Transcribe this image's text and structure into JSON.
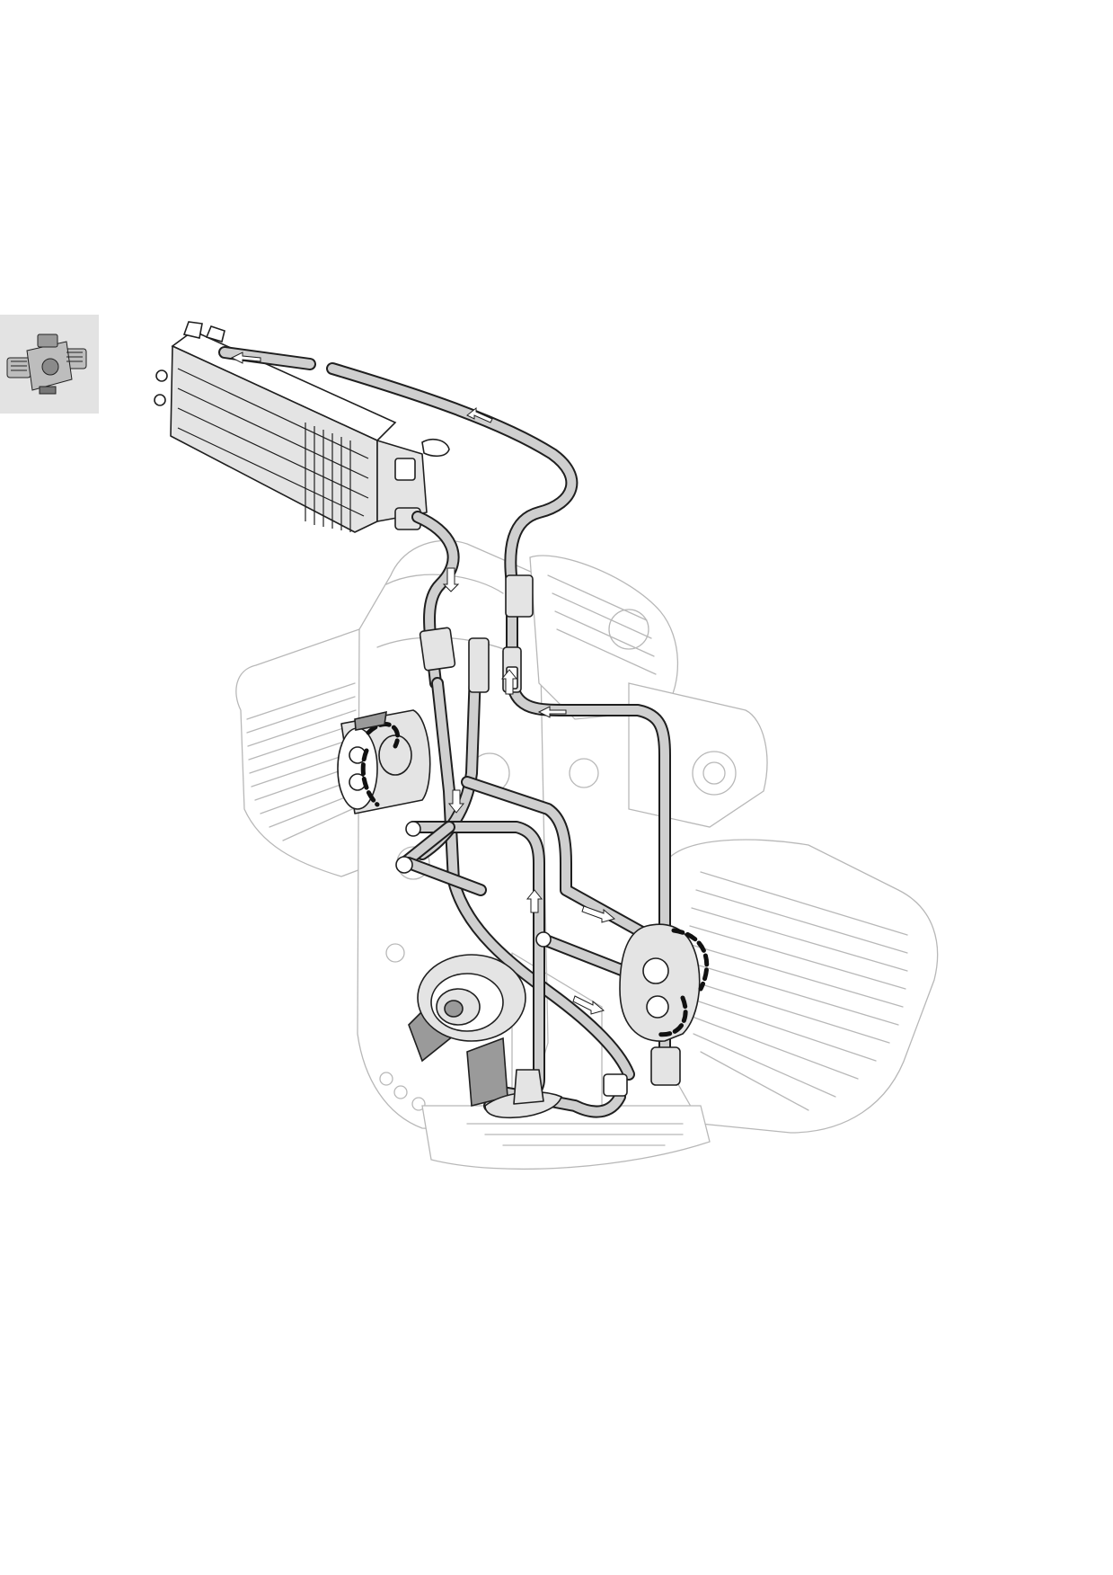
{
  "figure": {
    "thumbnail": {
      "icon": "engine-thumbnail-icon"
    },
    "main": {
      "icon": "oil-cooler-circuit-illustration",
      "flow_arrows": [
        {
          "id": "a1",
          "dir": "left"
        },
        {
          "id": "a2",
          "dir": "left"
        },
        {
          "id": "a3",
          "dir": "down"
        },
        {
          "id": "a4",
          "dir": "up"
        },
        {
          "id": "a5",
          "dir": "down"
        },
        {
          "id": "a6",
          "dir": "up"
        },
        {
          "id": "a7",
          "dir": "right"
        },
        {
          "id": "a8",
          "dir": "left"
        },
        {
          "id": "a9",
          "dir": "right"
        }
      ]
    },
    "colors": {
      "pipe": "#cfcfcf",
      "outline": "#1f1f1f",
      "ghost_engine": "#b8b8b8",
      "thumbnail_bg": "#e3e3e3"
    }
  }
}
